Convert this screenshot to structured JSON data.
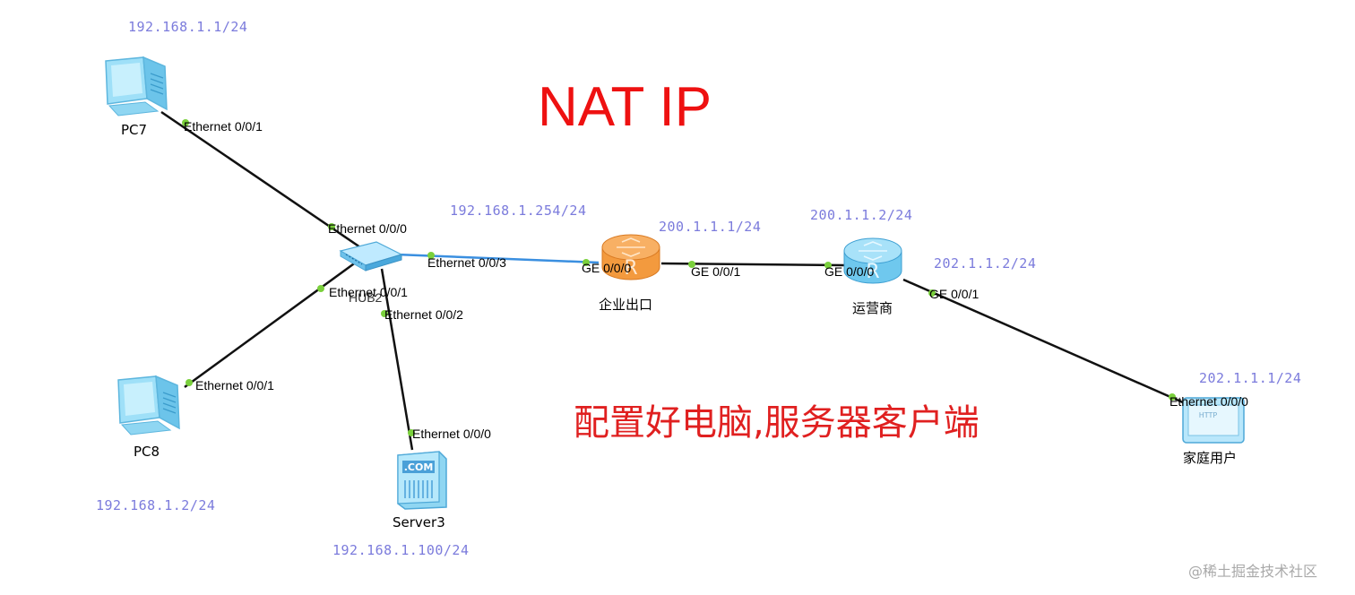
{
  "title": "NAT IP",
  "note": "配置好电脑,服务器客户端",
  "watermark": "@稀土掘金技术社区",
  "colors": {
    "title": "#ee1111",
    "ip_text": "#7b7bdc",
    "link": "#111111",
    "link_highlight": "#3a8fe0",
    "port_dot": "#7ad03c",
    "device_blue": "#7fcff0",
    "router_orange": "#f5a04b"
  },
  "nodes": {
    "pc7": {
      "name": "PC7",
      "ip": "192.168.1.1/24",
      "icon": "pc-icon"
    },
    "pc8": {
      "name": "PC8",
      "ip": "192.168.1.2/24",
      "icon": "pc-icon"
    },
    "hub": {
      "name": "HUB2",
      "icon": "hub-icon"
    },
    "server": {
      "name": "Server3",
      "ip": "192.168.1.100/24",
      "icon": "server-icon"
    },
    "enterprise_router": {
      "name": "企业出口",
      "ip_lan": "192.168.1.254/24",
      "ip_wan": "200.1.1.1/24",
      "icon": "router-icon"
    },
    "isp_router": {
      "name": "运营商",
      "ip_wan": "200.1.1.2/24",
      "ip_home": "202.1.1.2/24",
      "icon": "router-icon"
    },
    "home_user": {
      "name": "家庭用户",
      "ip": "202.1.1.1/24",
      "icon": "http-client-icon"
    }
  },
  "ports": {
    "pc7_eth": "Ethernet 0/0/1",
    "hub_eth0": "Ethernet 0/0/0",
    "hub_eth1": "Ethernet 0/0/1",
    "hub_eth2": "Ethernet 0/0/2",
    "hub_eth3": "Ethernet 0/0/3",
    "pc8_eth": "Ethernet 0/0/1",
    "server_eth": "Ethernet 0/0/0",
    "ent_ge0": "GE 0/0/0",
    "ent_ge1": "GE 0/0/1",
    "isp_ge0": "GE 0/0/0",
    "isp_ge1": "GE 0/0/1",
    "home_eth": "Ethernet 0/0/0"
  }
}
